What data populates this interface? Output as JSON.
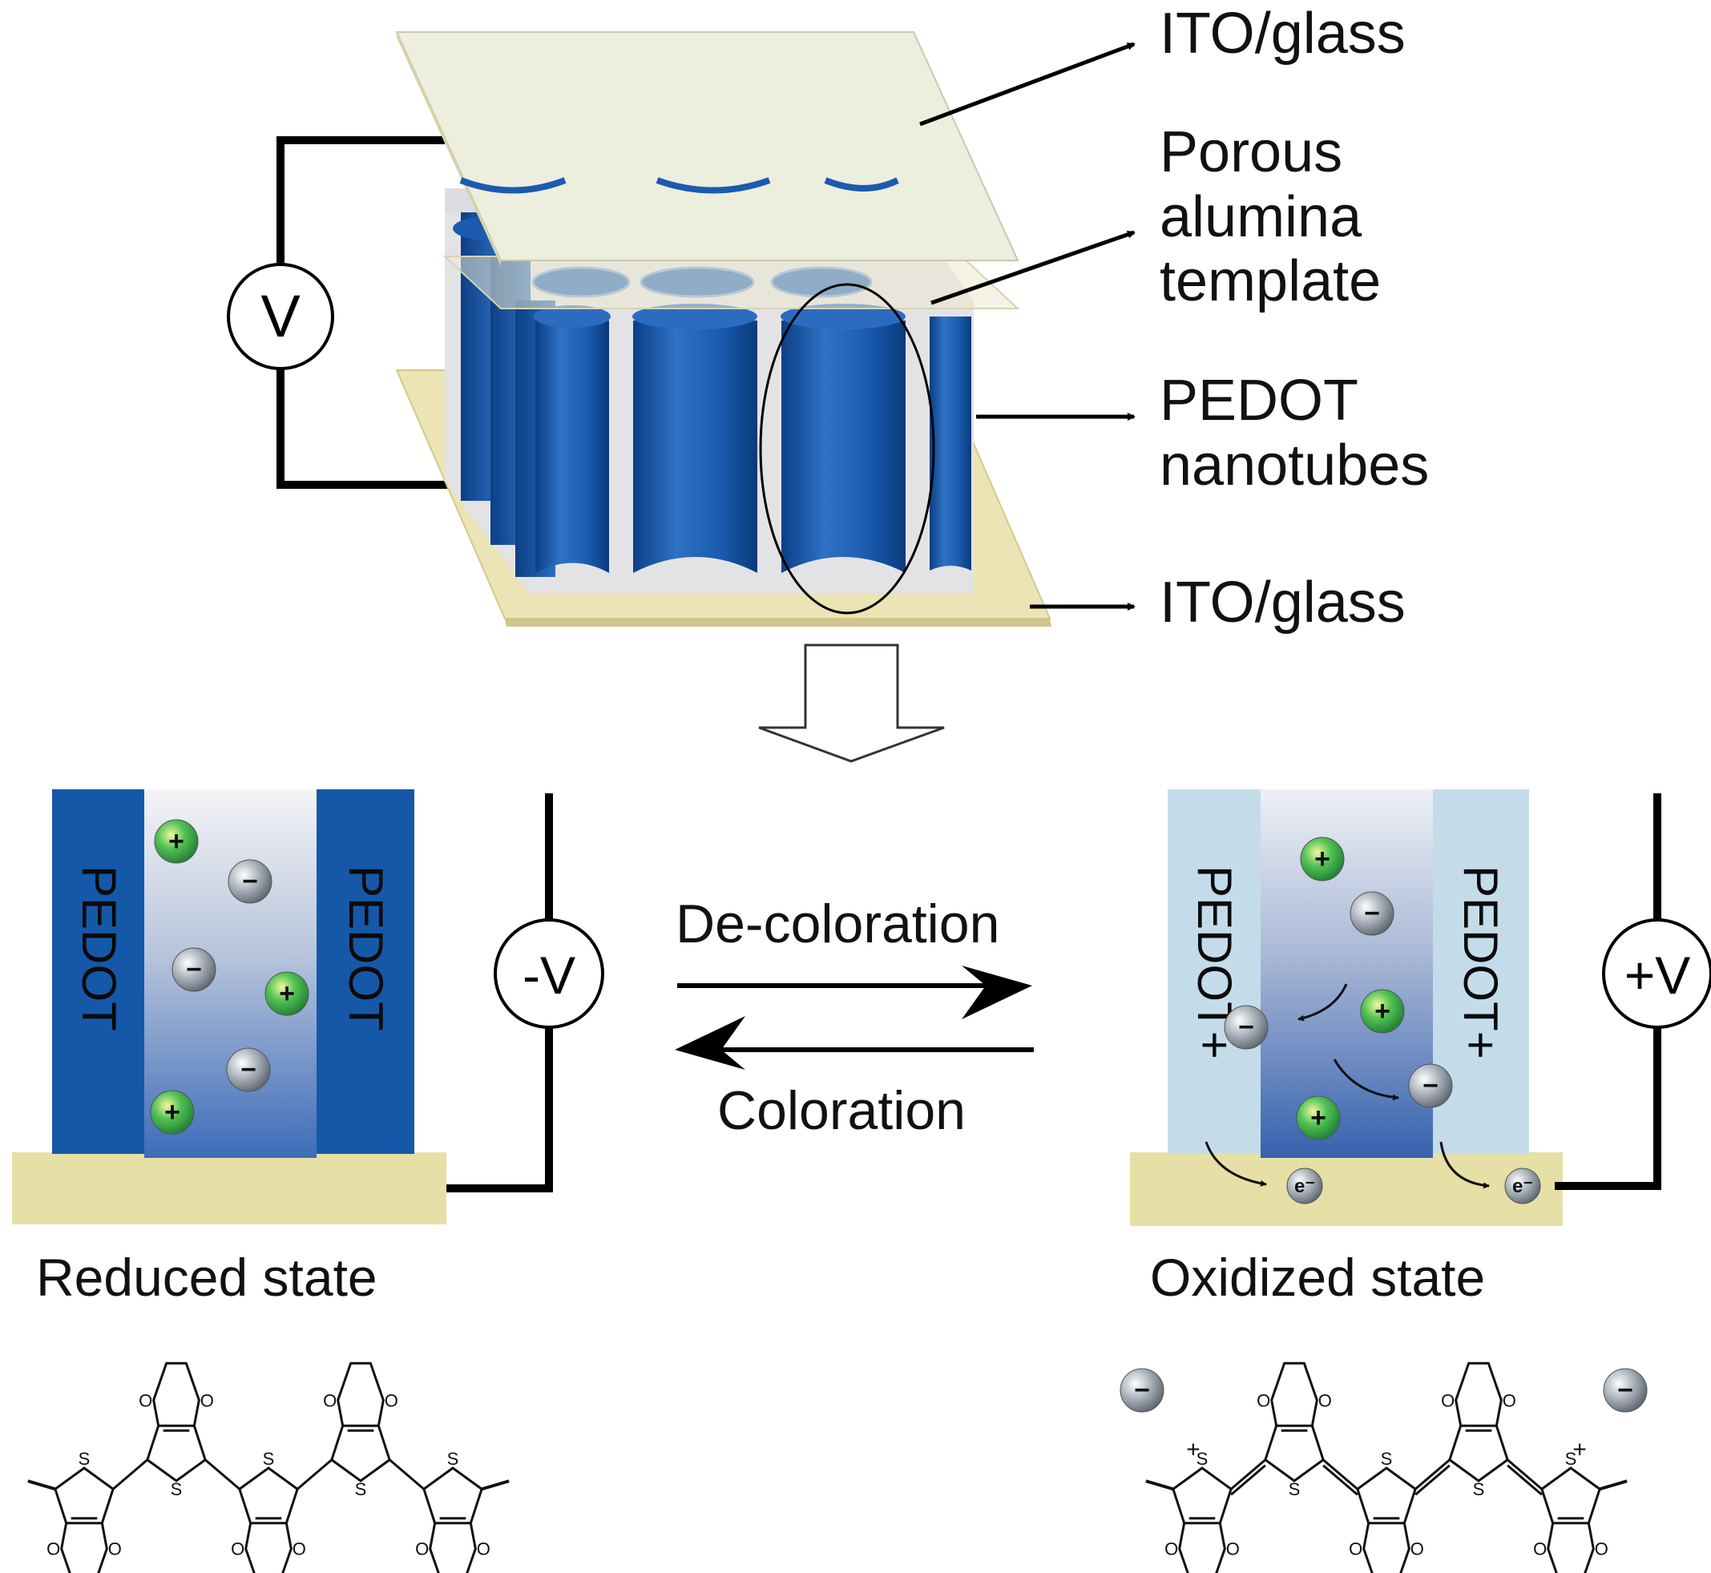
{
  "labels": {
    "ito_top": "ITO/glass",
    "porous": [
      "Porous",
      "alumina",
      "template"
    ],
    "pedot_nanotubes": [
      "PEDOT",
      "nanotubes"
    ],
    "ito_bottom": "ITO/glass",
    "decoloration": "De-coloration",
    "coloration": "Coloration",
    "reduced_state": "Reduced state",
    "oxidized_state": "Oxidized state"
  },
  "voltages": {
    "top": "V",
    "reduced": "-V",
    "oxidized": "+V"
  },
  "tube_labels": {
    "reduced": "PEDOT",
    "oxidized": "PEDOT+"
  },
  "ion_symbols": {
    "cation": "+",
    "anion": "−",
    "electron": "e⁻"
  },
  "molecule": {
    "sulfur": "S",
    "oxygen": "O",
    "charge": "+"
  },
  "colors": {
    "pedot_blue": "#1558a8",
    "pedot_oxidized": "#c4dcea",
    "ito_yellow": "#e6dfa6",
    "glass_cream": "#eeeedd",
    "cation_green": "#3bb54a",
    "anion_gray": "#9aa3ad"
  }
}
